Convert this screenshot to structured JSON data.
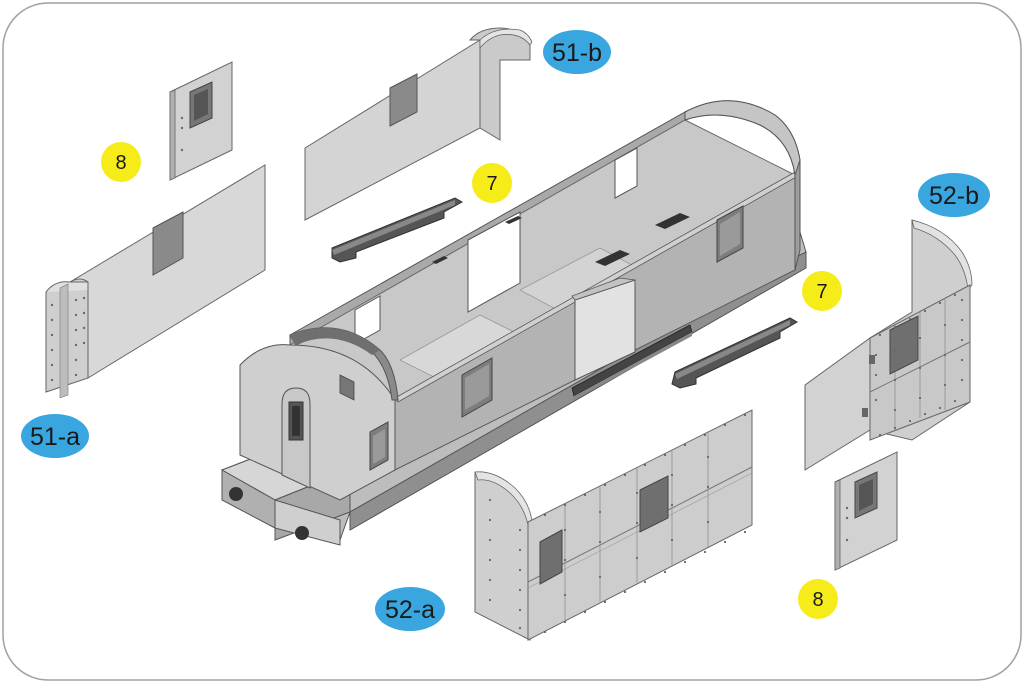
{
  "callouts": {
    "c51b": "51-b",
    "c52b": "52-b",
    "c51a": "51-a",
    "c52a": "52-a",
    "y8_top": "8",
    "y7_top": "7",
    "y7_right": "7",
    "y8_bottom": "8"
  },
  "colors": {
    "blue_callout": "#3aa6df",
    "yellow_callout": "#f6ec1a",
    "panel_light": "#d4d4d4",
    "panel_mid": "#b8b8b8",
    "panel_dark": "#9a9a9a",
    "outline": "#555555",
    "frame_border": "#9a9a9a"
  }
}
